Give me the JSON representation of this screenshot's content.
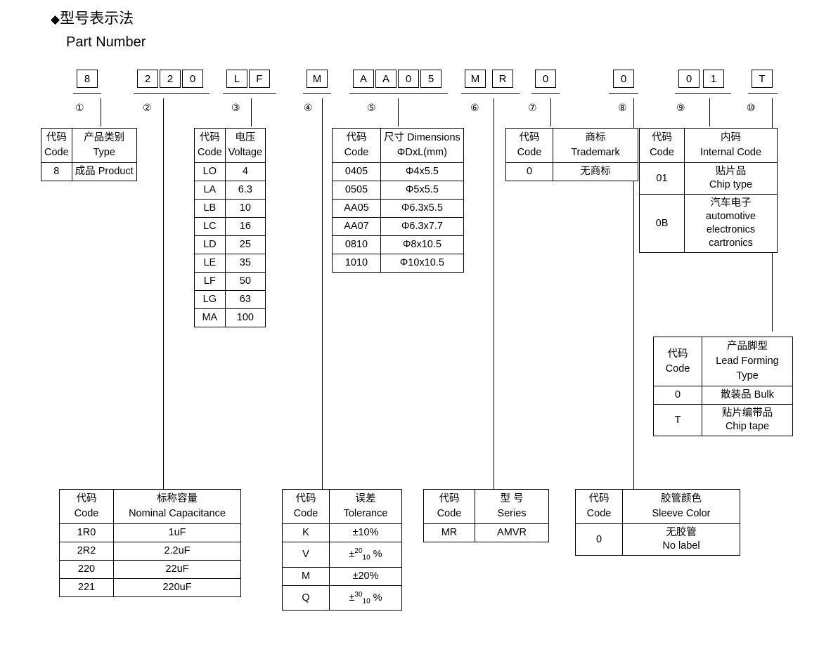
{
  "heading": {
    "diamond": "◆",
    "title_cn": "型号表示法",
    "title_en": "Part Number"
  },
  "part_number": {
    "groups": [
      {
        "marker": "①",
        "chars": [
          "8"
        ]
      },
      {
        "marker": "②",
        "chars": [
          "2",
          "2",
          "0"
        ]
      },
      {
        "marker": "③",
        "chars": [
          "L",
          "F"
        ]
      },
      {
        "marker": "④",
        "chars": [
          "M"
        ]
      },
      {
        "marker": "⑤",
        "chars": [
          "A",
          "A",
          "0",
          "5"
        ]
      },
      {
        "marker": "⑥",
        "chars": [
          "M",
          "R"
        ]
      },
      {
        "marker": "⑦",
        "chars": [
          "0"
        ]
      },
      {
        "marker": "⑧",
        "chars": [
          "0"
        ]
      },
      {
        "marker": "⑨",
        "chars": [
          "0",
          "1"
        ]
      },
      {
        "marker": "⑩",
        "chars": [
          "T"
        ]
      }
    ]
  },
  "tables": {
    "type": {
      "header": {
        "code_cn": "代码",
        "code_en": "Code",
        "label_cn": "产品类别",
        "label_en": "Type"
      },
      "rows": [
        {
          "code": "8",
          "value": "成品 Product"
        }
      ]
    },
    "voltage": {
      "header": {
        "code_cn": "代码",
        "code_en": "Code",
        "label_cn": "电压",
        "label_en": "Voltage"
      },
      "rows": [
        {
          "code": "LO",
          "value": "4"
        },
        {
          "code": "LA",
          "value": "6.3"
        },
        {
          "code": "LB",
          "value": "10"
        },
        {
          "code": "LC",
          "value": "16"
        },
        {
          "code": "LD",
          "value": "25"
        },
        {
          "code": "LE",
          "value": "35"
        },
        {
          "code": "LF",
          "value": "50"
        },
        {
          "code": "LG",
          "value": "63"
        },
        {
          "code": "MA",
          "value": "100"
        }
      ]
    },
    "dimensions": {
      "header": {
        "code_cn": "代码",
        "code_en": "Code",
        "label_cn": "尺寸 Dimensions",
        "label_en": "ΦDxL(mm)"
      },
      "rows": [
        {
          "code": "0405",
          "value": "Φ4x5.5"
        },
        {
          "code": "0505",
          "value": "Φ5x5.5"
        },
        {
          "code": "AA05",
          "value": "Φ6.3x5.5"
        },
        {
          "code": "AA07",
          "value": "Φ6.3x7.7"
        },
        {
          "code": "0810",
          "value": "Φ8x10.5"
        },
        {
          "code": "1010",
          "value": "Φ10x10.5"
        }
      ]
    },
    "trademark": {
      "header": {
        "code_cn": "代码",
        "code_en": "Code",
        "label_cn": "商标",
        "label_en": "Trademark"
      },
      "rows": [
        {
          "code": "0",
          "value": "无商标"
        }
      ]
    },
    "internal_code": {
      "header": {
        "code_cn": "代码",
        "code_en": "Code",
        "label_cn": "内码",
        "label_en": "Internal Code"
      },
      "rows": [
        {
          "code": "01",
          "line1": "贴片品",
          "line2": "Chip type",
          "line3": "",
          "line4": ""
        },
        {
          "code": "0B",
          "line1": "汽车电子",
          "line2": "automotive",
          "line3": "electronics",
          "line4": "cartronics"
        }
      ]
    },
    "lead_forming": {
      "header": {
        "code_cn": "代码",
        "code_en": "Code",
        "label_cn": "产品脚型",
        "label_en": "Lead Forming",
        "label_en2": "Type"
      },
      "rows": [
        {
          "code": "0",
          "line1": "散装品 Bulk",
          "line2": ""
        },
        {
          "code": "T",
          "line1": "贴片编带品",
          "line2": "Chip tape"
        }
      ]
    },
    "capacitance": {
      "header": {
        "code_cn": "代码",
        "code_en": "Code",
        "label_cn": "标称容量",
        "label_en": "Nominal Capacitance"
      },
      "rows": [
        {
          "code": "1R0",
          "value": "1uF"
        },
        {
          "code": "2R2",
          "value": "2.2uF"
        },
        {
          "code": "220",
          "value": "22uF"
        },
        {
          "code": "221",
          "value": "220uF"
        }
      ]
    },
    "tolerance": {
      "header": {
        "code_cn": "代码",
        "code_en": "Code",
        "label_cn": "误差",
        "label_en": "Tolerance"
      },
      "rows": [
        {
          "code": "K",
          "value": "±10%",
          "sup": "",
          "sub": ""
        },
        {
          "code": "V",
          "value": "",
          "sup": "20",
          "sub": "10"
        },
        {
          "code": "M",
          "value": "±20%",
          "sup": "",
          "sub": ""
        },
        {
          "code": "Q",
          "value": "",
          "sup": "30",
          "sub": "10"
        }
      ]
    },
    "series": {
      "header": {
        "code_cn": "代码",
        "code_en": "Code",
        "label_cn": "型 号",
        "label_en": "Series"
      },
      "rows": [
        {
          "code": "MR",
          "value": "AMVR"
        }
      ]
    },
    "sleeve_color": {
      "header": {
        "code_cn": "代码",
        "code_en": "Code",
        "label_cn": "胶管颜色",
        "label_en": "Sleeve Color"
      },
      "rows": [
        {
          "code": "0",
          "line1": "无胶管",
          "line2": "No label"
        }
      ]
    }
  }
}
